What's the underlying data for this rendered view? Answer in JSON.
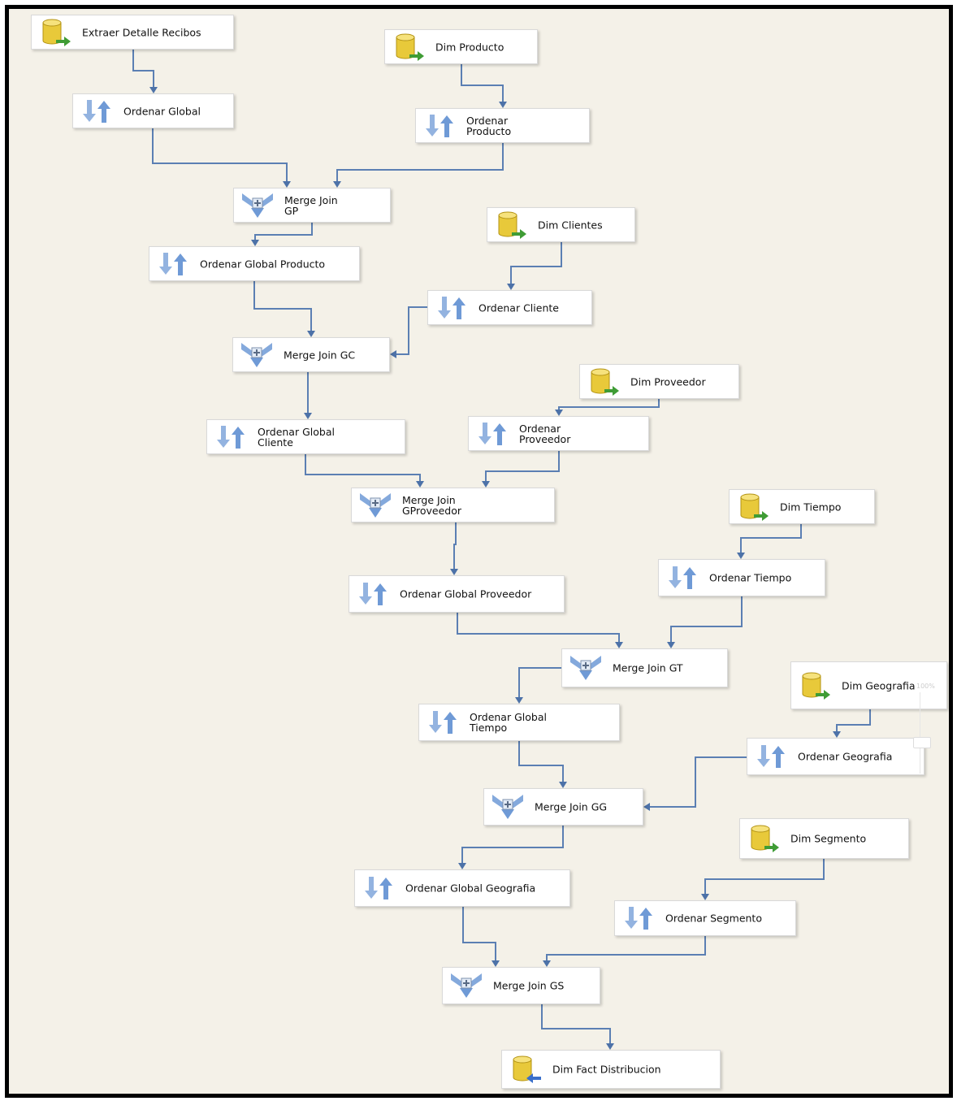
{
  "nodes": [
    {
      "id": "n1",
      "type": "source",
      "label": "Extraer Detalle Recibos"
    },
    {
      "id": "n2",
      "type": "source",
      "label": "Dim Producto"
    },
    {
      "id": "n3",
      "type": "sort",
      "label": "Ordenar Global"
    },
    {
      "id": "n4",
      "type": "sort",
      "label": "Ordenar\nProducto"
    },
    {
      "id": "n5",
      "type": "merge",
      "label": "Merge Join\nGP"
    },
    {
      "id": "n6",
      "type": "source",
      "label": "Dim Clientes"
    },
    {
      "id": "n7",
      "type": "sort",
      "label": "Ordenar Global Producto"
    },
    {
      "id": "n8",
      "type": "sort",
      "label": "Ordenar Cliente"
    },
    {
      "id": "n9",
      "type": "merge",
      "label": "Merge Join GC"
    },
    {
      "id": "n10",
      "type": "source",
      "label": "Dim Proveedor"
    },
    {
      "id": "n11",
      "type": "sort",
      "label": "Ordenar Global\nCliente"
    },
    {
      "id": "n12",
      "type": "sort",
      "label": "Ordenar\nProveedor"
    },
    {
      "id": "n13",
      "type": "merge",
      "label": "Merge Join\nGProveedor"
    },
    {
      "id": "n14",
      "type": "source",
      "label": "Dim Tiempo"
    },
    {
      "id": "n15",
      "type": "sort",
      "label": "Ordenar Global Proveedor"
    },
    {
      "id": "n16",
      "type": "sort",
      "label": "Ordenar Tiempo"
    },
    {
      "id": "n17",
      "type": "merge",
      "label": "Merge Join GT"
    },
    {
      "id": "n18",
      "type": "source",
      "label": "Dim Geografia"
    },
    {
      "id": "n19",
      "type": "sort",
      "label": "Ordenar Global\nTiempo"
    },
    {
      "id": "n20",
      "type": "sort",
      "label": "Ordenar Geografia"
    },
    {
      "id": "n21",
      "type": "merge",
      "label": "Merge Join GG"
    },
    {
      "id": "n22",
      "type": "source",
      "label": "Dim Segmento"
    },
    {
      "id": "n23",
      "type": "sort",
      "label": "Ordenar Global Geografia"
    },
    {
      "id": "n24",
      "type": "sort",
      "label": "Ordenar Segmento"
    },
    {
      "id": "n25",
      "type": "merge",
      "label": "Merge Join GS"
    },
    {
      "id": "n26",
      "type": "destination",
      "label": "Dim Fact Distribucion"
    }
  ],
  "edges": [
    [
      "n1",
      "n3"
    ],
    [
      "n2",
      "n4"
    ],
    [
      "n3",
      "n5"
    ],
    [
      "n4",
      "n5"
    ],
    [
      "n5",
      "n7"
    ],
    [
      "n6",
      "n8"
    ],
    [
      "n7",
      "n9"
    ],
    [
      "n8",
      "n9"
    ],
    [
      "n9",
      "n11"
    ],
    [
      "n10",
      "n12"
    ],
    [
      "n11",
      "n13"
    ],
    [
      "n12",
      "n13"
    ],
    [
      "n13",
      "n15"
    ],
    [
      "n14",
      "n16"
    ],
    [
      "n15",
      "n17"
    ],
    [
      "n16",
      "n17"
    ],
    [
      "n17",
      "n19"
    ],
    [
      "n18",
      "n20"
    ],
    [
      "n19",
      "n21"
    ],
    [
      "n20",
      "n21"
    ],
    [
      "n21",
      "n23"
    ],
    [
      "n22",
      "n24"
    ],
    [
      "n23",
      "n25"
    ],
    [
      "n24",
      "n25"
    ],
    [
      "n25",
      "n26"
    ]
  ],
  "zoom_label": "100%",
  "colors": {
    "background": "#f4f1e8",
    "connector": "#5b7fb3",
    "sort_icon": "#6f9ad6",
    "db_icon": "#e8c93a",
    "arrow_green": "#3f9c35",
    "arrow_blue": "#3a6fcb"
  }
}
